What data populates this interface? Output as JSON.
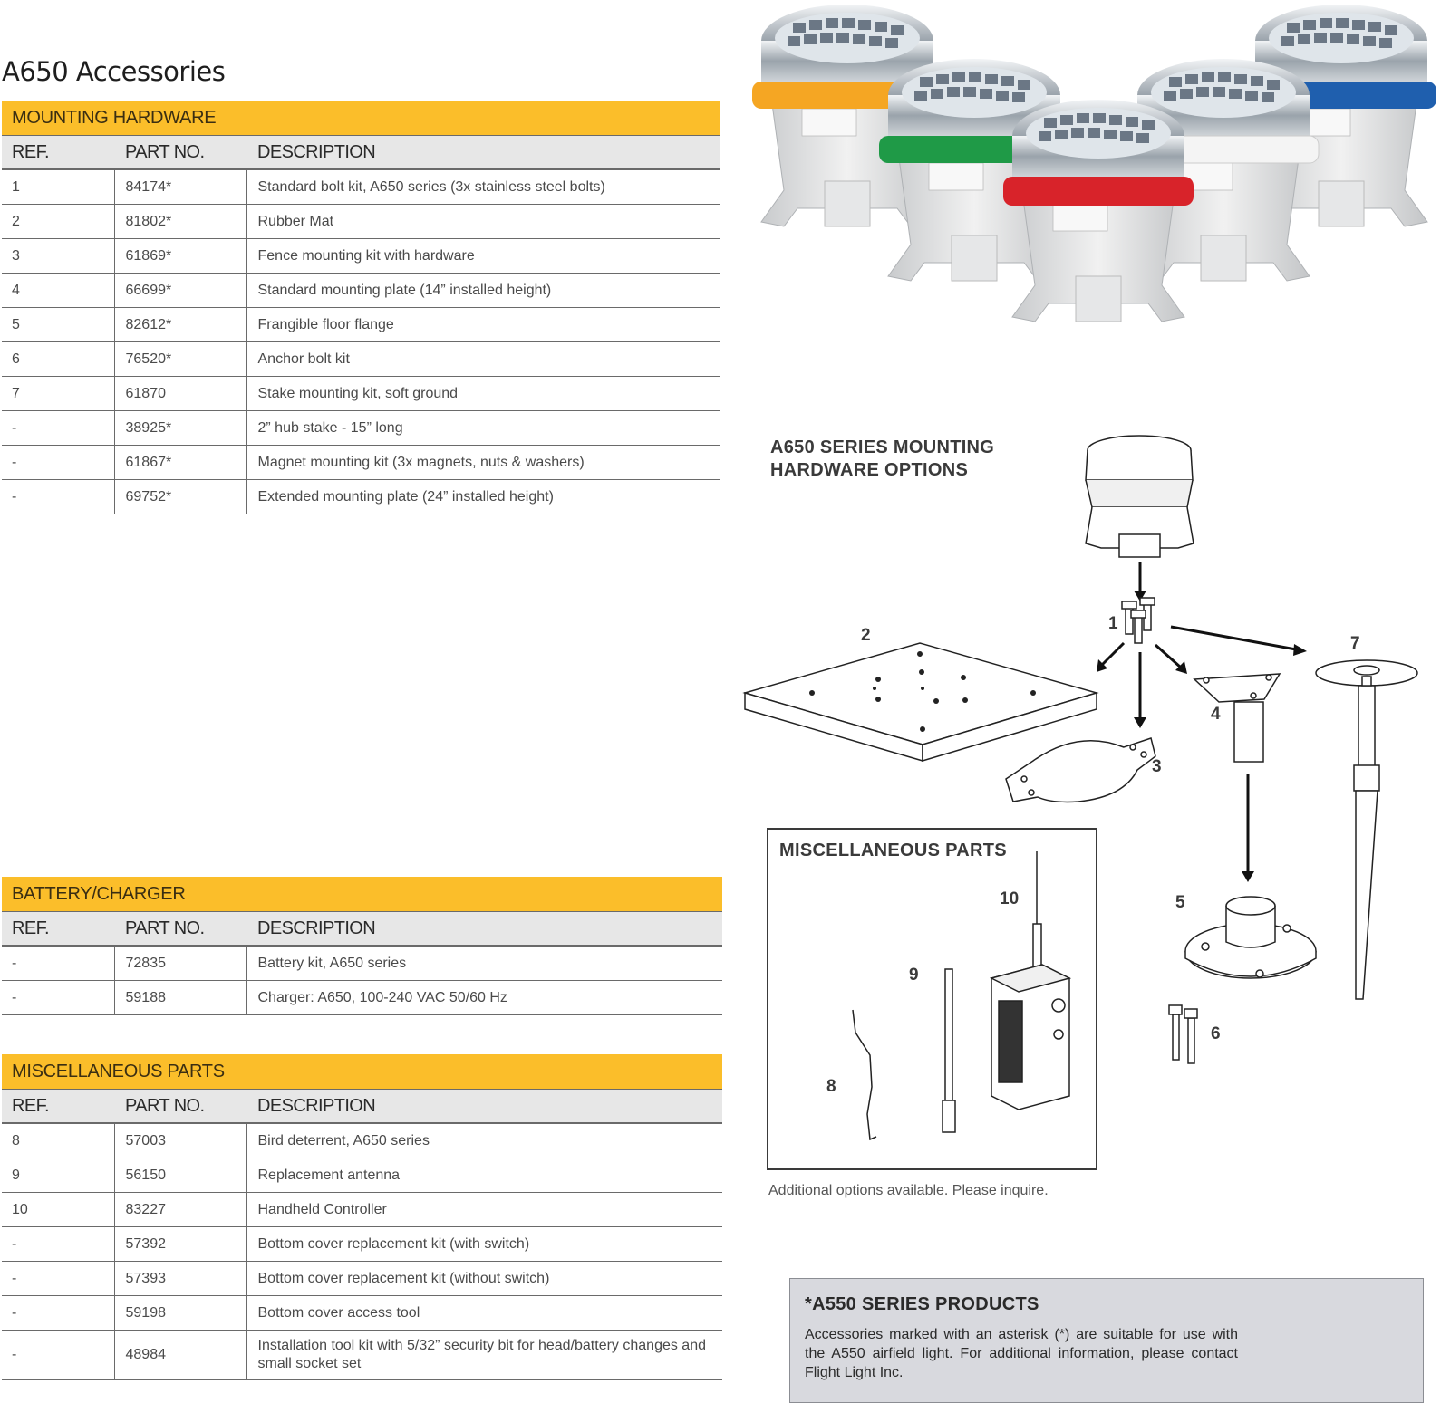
{
  "title": "A650 Accessories",
  "tables": {
    "columns": {
      "ref": "REF.",
      "part": "PART NO.",
      "desc": "DESCRIPTION"
    },
    "mounting": {
      "heading": "MOUNTING HARDWARE",
      "rows": [
        {
          "ref": "1",
          "part": "84174*",
          "desc": "Standard bolt kit, A650 series (3x stainless steel bolts)"
        },
        {
          "ref": "2",
          "part": "81802*",
          "desc": "Rubber Mat"
        },
        {
          "ref": "3",
          "part": "61869*",
          "desc": "Fence mounting kit with hardware"
        },
        {
          "ref": "4",
          "part": "66699*",
          "desc": "Standard mounting plate (14” installed height)"
        },
        {
          "ref": "5",
          "part": "82612*",
          "desc": "Frangible floor flange"
        },
        {
          "ref": "6",
          "part": "76520*",
          "desc": "Anchor bolt kit"
        },
        {
          "ref": "7",
          "part": "61870",
          "desc": "Stake mounting kit, soft ground"
        },
        {
          "ref": "-",
          "part": "38925*",
          "desc": "2” hub stake - 15” long"
        },
        {
          "ref": "-",
          "part": "61867*",
          "desc": "Magnet mounting kit (3x magnets, nuts & washers)"
        },
        {
          "ref": "-",
          "part": "69752*",
          "desc": "Extended mounting plate (24” installed height)"
        }
      ]
    },
    "battery": {
      "heading": "BATTERY/CHARGER",
      "rows": [
        {
          "ref": "-",
          "part": "72835",
          "desc": "Battery kit, A650 series"
        },
        {
          "ref": "-",
          "part": "59188",
          "desc": "Charger: A650, 100-240 VAC 50/60 Hz"
        }
      ]
    },
    "misc": {
      "heading": "MISCELLANEOUS PARTS",
      "rows": [
        {
          "ref": "8",
          "part": "57003",
          "desc": "Bird deterrent, A650 series"
        },
        {
          "ref": "9",
          "part": "56150",
          "desc": "Replacement antenna"
        },
        {
          "ref": "10",
          "part": "83227",
          "desc": "Handheld Controller"
        },
        {
          "ref": "-",
          "part": "57392",
          "desc": "Bottom cover replacement kit (with switch)"
        },
        {
          "ref": "-",
          "part": "57393",
          "desc": "Bottom cover replacement kit (without switch)"
        },
        {
          "ref": "-",
          "part": "59198",
          "desc": "Bottom cover access tool"
        },
        {
          "ref": "-",
          "part": "48984",
          "desc": "Installation tool kit with 5/32” security bit for head/battery changes and small socket set"
        }
      ]
    }
  },
  "diagram": {
    "title_line1": "A650 SERIES MOUNTING",
    "title_line2": "HARDWARE OPTIONS",
    "labels": [
      "1",
      "2",
      "3",
      "4",
      "5",
      "6",
      "7",
      "8",
      "9",
      "10"
    ],
    "misc_box_title": "MISCELLANEOUS PARTS"
  },
  "note": "Additional options available. Please inquire.",
  "a550": {
    "title": "*A550 SERIES PRODUCTS",
    "text": "Accessories marked with an asterisk (*) are suitable for use with the A550 airfield light. For additional information, please contact Flight Light Inc."
  },
  "colors": {
    "header_band": "#fbbe2a",
    "column_header": "#e7e7e7",
    "ring_colors": [
      "#f5a623",
      "#1f9a47",
      "#d8232a",
      "#f4f4f4",
      "#1f5fae"
    ]
  }
}
